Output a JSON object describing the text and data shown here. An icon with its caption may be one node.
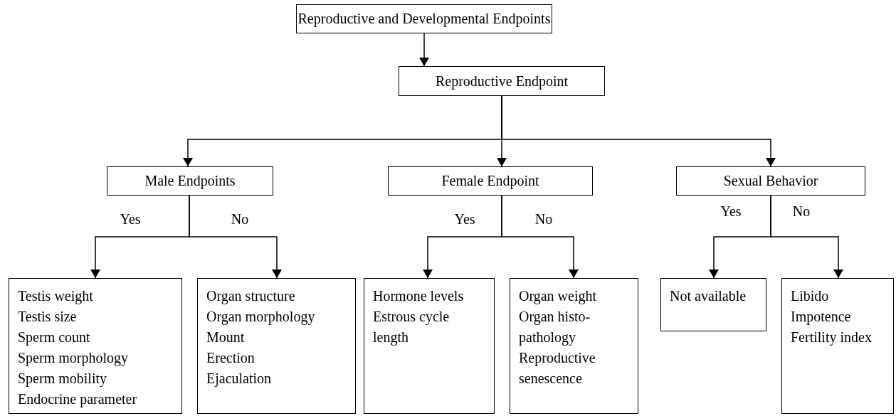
{
  "diagram": {
    "nodes": [
      {
        "text": [
          "Reproductive and Developmental Endpoints"
        ]
      },
      {
        "text": [
          "Reproductive Endpoint"
        ]
      },
      {
        "text": [
          "Male Endpoints"
        ]
      },
      {
        "text": [
          "Female Endpoint"
        ]
      },
      {
        "text": [
          "Sexual Behavior"
        ]
      },
      {
        "text": [
          "Testis weight",
          "Testis size",
          "Sperm count",
          "Sperm morphology",
          "Sperm mobility",
          "Endocrine parameter"
        ]
      },
      {
        "text": [
          "Organ structure",
          "Organ morphology",
          "Mount",
          "Erection",
          "Ejaculation"
        ]
      },
      {
        "text": [
          "Hormone levels",
          "Estrous cycle length"
        ]
      },
      {
        "text": [
          "Organ weight",
          "Organ histo-pathology",
          "Reproductive senescence"
        ]
      },
      {
        "text": [
          "Not available"
        ]
      },
      {
        "text": [
          "Libido",
          "Impotence",
          "Fertility index"
        ]
      }
    ],
    "edges": [
      {
        "from": 0,
        "to": 1,
        "arrow": "to"
      },
      {
        "from": 1,
        "to": 2,
        "arrow": "to"
      },
      {
        "from": 1,
        "to": 3,
        "arrow": "to"
      },
      {
        "from": 1,
        "to": 4,
        "arrow": "to"
      },
      {
        "from": 2,
        "to": 5,
        "label": "Yes",
        "arrow": "to"
      },
      {
        "from": 2,
        "to": 6,
        "label": "No",
        "arrow": "to"
      },
      {
        "from": 3,
        "to": 7,
        "label": "Yes",
        "arrow": "to"
      },
      {
        "from": 3,
        "to": 8,
        "label": "No",
        "arrow": "to"
      },
      {
        "from": 4,
        "to": 9,
        "label": "Yes",
        "arrow": "to"
      },
      {
        "from": 4,
        "to": 10,
        "label": "No",
        "arrow": "to"
      }
    ]
  }
}
